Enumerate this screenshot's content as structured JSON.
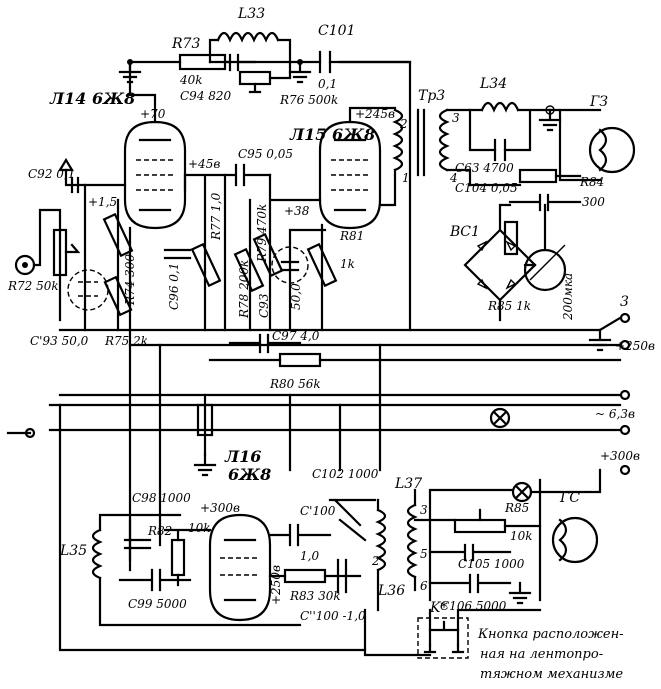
{
  "labels": {
    "R73": "R73",
    "R73v": "40k",
    "L33": "L33",
    "C101": "C101",
    "C101v": "0,1",
    "C94": "C94 820",
    "R76": "R76 500k",
    "L14": "Л14 6Ж8",
    "L15": "Л15 6Ж8",
    "p70": "+70",
    "p245": "+245в",
    "Tr3": "Тр3",
    "L34": "L34",
    "G3": "ГЗ",
    "C92": "C92 0,1",
    "p1_5": "+1,5",
    "p45": "+45в",
    "C95": "C95 0,05",
    "p38": "+38",
    "R81": "R81",
    "R81v": "1k",
    "C63": "C63 4700",
    "C104": "C104 0,05",
    "R84": "R84",
    "R84v": "300",
    "BC1": "ВС1",
    "R85a": "R85 1k",
    "uA": "200мка",
    "R72": "R72 50k",
    "C93p": "C'93 50,0",
    "R75": "R75 2k",
    "R74": "R74 300",
    "C96": "C96 0,1",
    "R77": "R77 1,0",
    "R78": "R78 200k",
    "R79": "R79 470k",
    "C93": "C93",
    "C93v": "50,0",
    "C97": "C97 4,0",
    "R80": "R80 56k",
    "t3": "3",
    "t250": "+250в",
    "t63": "~ 6,3в",
    "t300": "+300в",
    "L16": "Л16",
    "L16t": "6Ж8",
    "C98": "C98 1000",
    "p300b": "+300в",
    "C102": "C102 1000",
    "L37": "L37",
    "R82": "R82",
    "R82v": "10k",
    "L35": "L35",
    "C99": "C99 5000",
    "C100p": "C'100",
    "C100pv": "1,0",
    "R83": "R83 30k",
    "C100pp": "C''100 -1,0",
    "p250b": "+250в",
    "L36": "L36",
    "R85b": "R85",
    "R85bv": "10k",
    "C105": "C105 1000",
    "C106": "C106 5000",
    "GC": "ГС",
    "K": "K*",
    "n1": "1",
    "n2": "2",
    "n3": "3",
    "n4": "4",
    "n5": "5",
    "n6": "6",
    "n2b": "2",
    "n3b": "3"
  },
  "note": {
    "line1": "Кнопка расположен-",
    "line2": "ная на лентопро-",
    "line3": "тяжном механизме"
  }
}
